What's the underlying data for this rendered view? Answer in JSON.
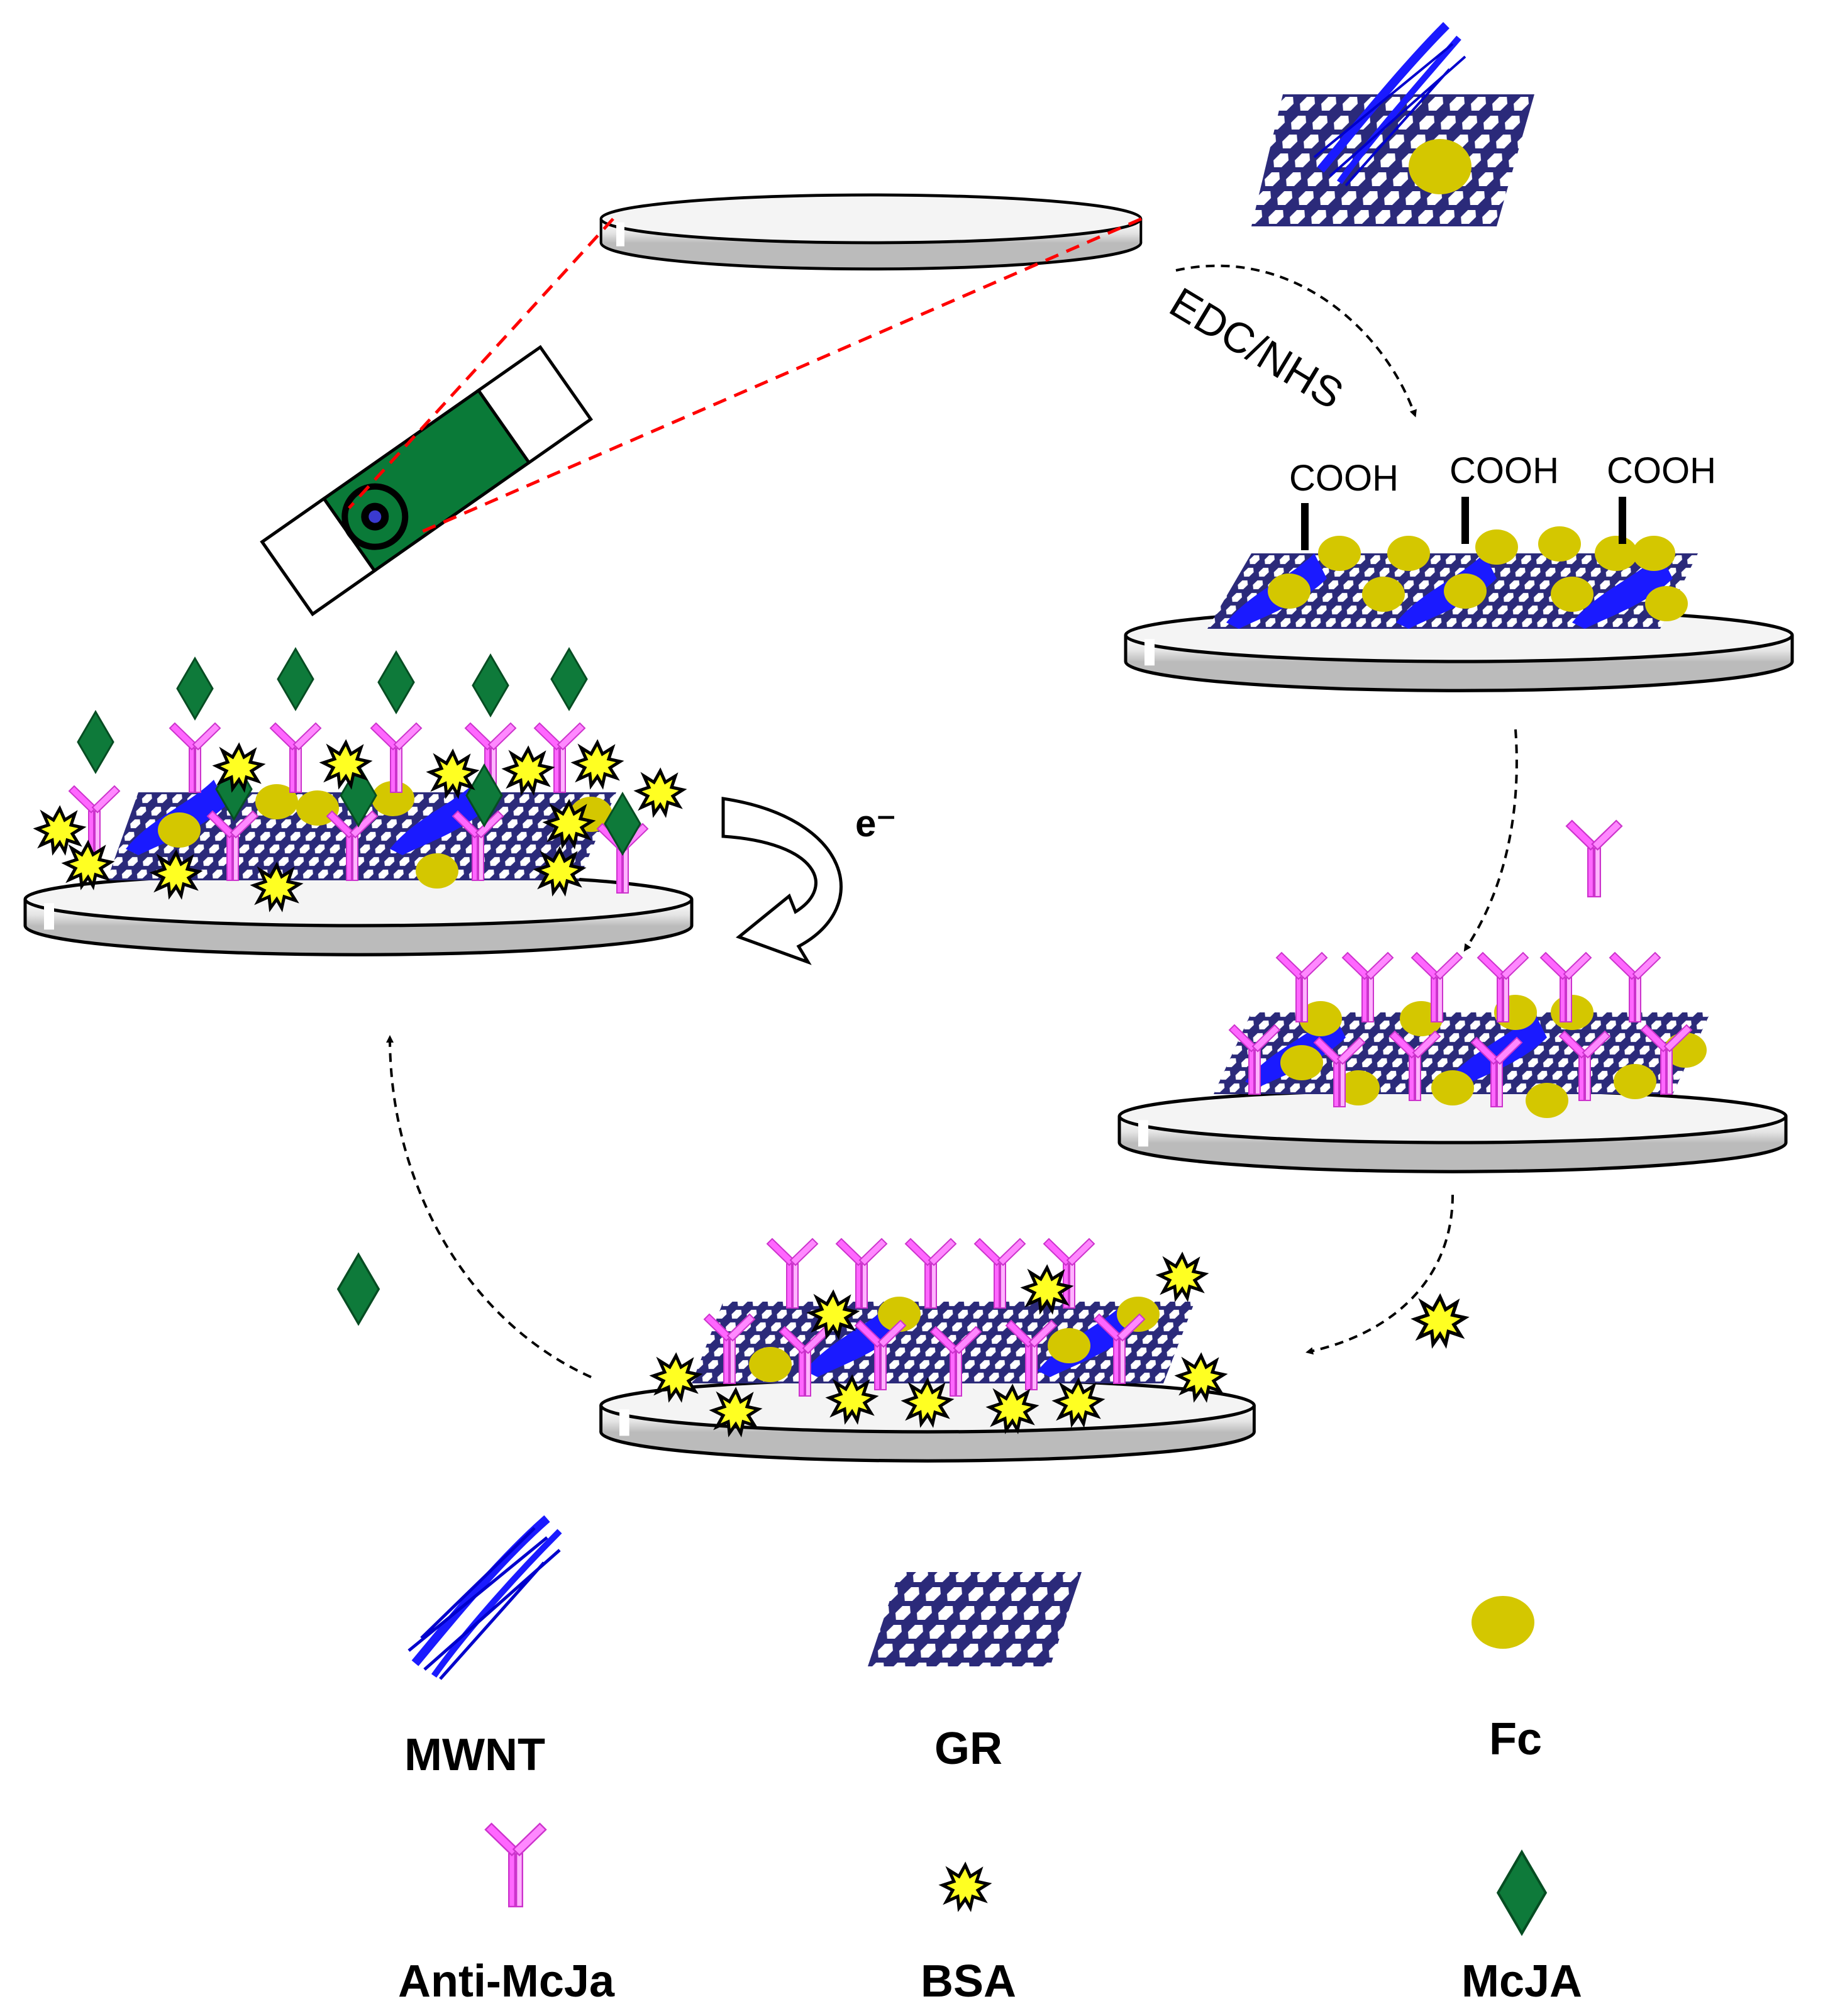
{
  "step_labels": {
    "edc_nhs": "EDC/NHS",
    "cooh": "COOH",
    "electron": "e⁻"
  },
  "legend": [
    {
      "key": "mwnt",
      "label": "MWNT",
      "icon": "mwnt-icon"
    },
    {
      "key": "gr",
      "label": "GR",
      "icon": "graphene-icon"
    },
    {
      "key": "fc",
      "label": "Fc",
      "icon": "ferrocene-dot-icon"
    },
    {
      "key": "antibody",
      "label": "Anti-McJa",
      "icon": "antibody-icon"
    },
    {
      "key": "bsa",
      "label": "BSA",
      "icon": "bsa-star-icon"
    },
    {
      "key": "antigen",
      "label": "McJA",
      "icon": "antigen-diamond-icon"
    }
  ],
  "colors": {
    "mwnt": "#1a1aff",
    "graphene": "#2b2a7a",
    "fc": "#d4c700",
    "antibody": "#ff66ff",
    "antibody_light": "#ffb3ff",
    "bsa_fill": "#ffff33",
    "antigen": "#0e7a3a",
    "electrode_green": "#0a7a38",
    "guide_line": "#ff0000"
  }
}
